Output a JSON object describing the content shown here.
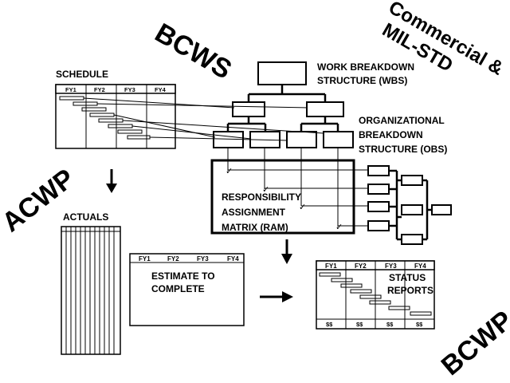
{
  "labels": {
    "bcws": "BCWS",
    "acwp": "ACWP",
    "bcwp": "BCWP",
    "commercial": "Commercial &",
    "milstd": "MIL-STD",
    "wbs_line1": "WORK BREAKDOWN",
    "wbs_line2": "STRUCTURE (WBS)",
    "obs_line1": "ORGANIZATIONAL",
    "obs_line2": "BREAKDOWN",
    "obs_line3": "STRUCTURE (OBS)",
    "schedule": "SCHEDULE",
    "actuals": "ACTUALS",
    "ram_line1": "RESPONSIBILITY",
    "ram_line2": "ASSIGNMENT",
    "ram_line3": "MATRIX (RAM)",
    "etc_line1": "ESTIMATE TO",
    "etc_line2": "COMPLETE",
    "status_line1": "STATUS",
    "status_line2": "REPORTS",
    "dollar": "$$"
  },
  "fiscal_years": [
    "FY1",
    "FY2",
    "FY3",
    "FY4"
  ],
  "ram_checkmark": "✓"
}
